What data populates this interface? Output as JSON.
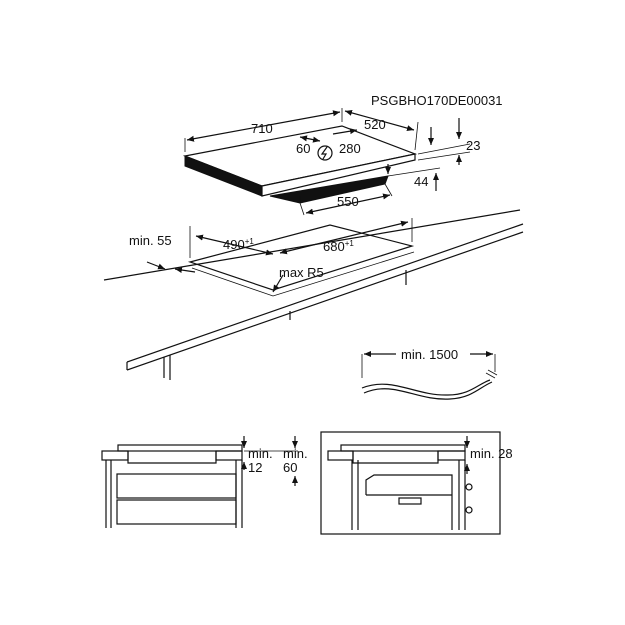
{
  "doc_code": "PSGBHO170DE00031",
  "hob": {
    "width": "710",
    "depth": "520",
    "offset_a": "60",
    "offset_b": "280",
    "thickness": "23",
    "depth_below": "44",
    "bottom_width": "550",
    "power_icon": "lightning-bolt-icon"
  },
  "cutout": {
    "depth": "490",
    "depth_tol": "+1",
    "width": "680",
    "width_tol": "+1",
    "edge_min": "min. 55",
    "radius": "max R5"
  },
  "cable": {
    "length": "min. 1500"
  },
  "section_left": {
    "min_label_a": "min.",
    "min_value_a": "12",
    "min_label_b": "min.",
    "min_value_b": "60"
  },
  "section_right": {
    "min_label": "min. 28"
  }
}
